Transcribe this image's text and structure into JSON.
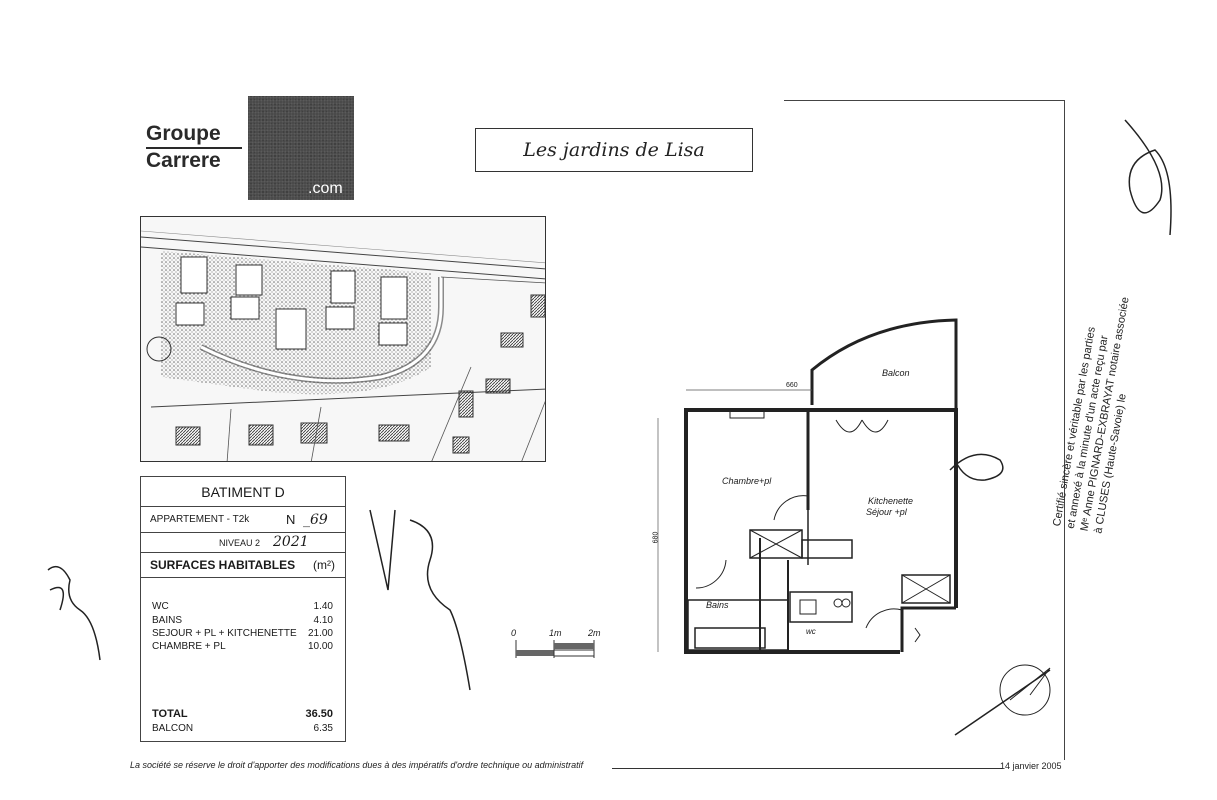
{
  "logo": {
    "line1": "Groupe",
    "line2": "Carrere",
    "suffix": ".com"
  },
  "title": "Les jardins de Lisa",
  "table": {
    "building": "BATIMENT D",
    "apartment_label": "APPARTEMENT - T2k",
    "apartment_number_label": "N",
    "apartment_number": "_69",
    "level_label": "NIVEAU 2",
    "level_handwritten": "2021",
    "surfaces_label": "SURFACES HABITABLES",
    "surfaces_unit": "(m²)",
    "items": [
      {
        "label": "WC",
        "value": "1.40"
      },
      {
        "label": "BAINS",
        "value": "4.10"
      },
      {
        "label": "SEJOUR + PL + KITCHENETTE",
        "value": "21.00"
      },
      {
        "label": "CHAMBRE + PL",
        "value": "10.00"
      }
    ],
    "total_label": "TOTAL",
    "total_value": "36.50",
    "balcon_label": "BALCON",
    "balcon_value": "6.35"
  },
  "scale": {
    "labels": [
      "0",
      "1m",
      "2m"
    ]
  },
  "floorplan": {
    "rooms": {
      "balcon": "Balcon",
      "chambre": "Chambre+pl",
      "kitchenette": "Kitchenette",
      "sejour": "Séjour +pl",
      "bains": "Bains",
      "wc": "wc"
    },
    "dim_top": "660",
    "dim_left": "680"
  },
  "certification": {
    "lines": [
      "Certifié sincère et véritable par les parties",
      "et annexé à la minute d'un acte reçu par",
      "Mᵉ Anne PIGNARD-EXBRAYAT notaire associée",
      "à CLUSES (Haute-Savoie) le"
    ]
  },
  "footer": {
    "disclaimer": "La société se réserve le droit d'apporter des modifications dues à des impératifs d'ordre technique ou administratif",
    "date": "14 janvier 2005"
  }
}
